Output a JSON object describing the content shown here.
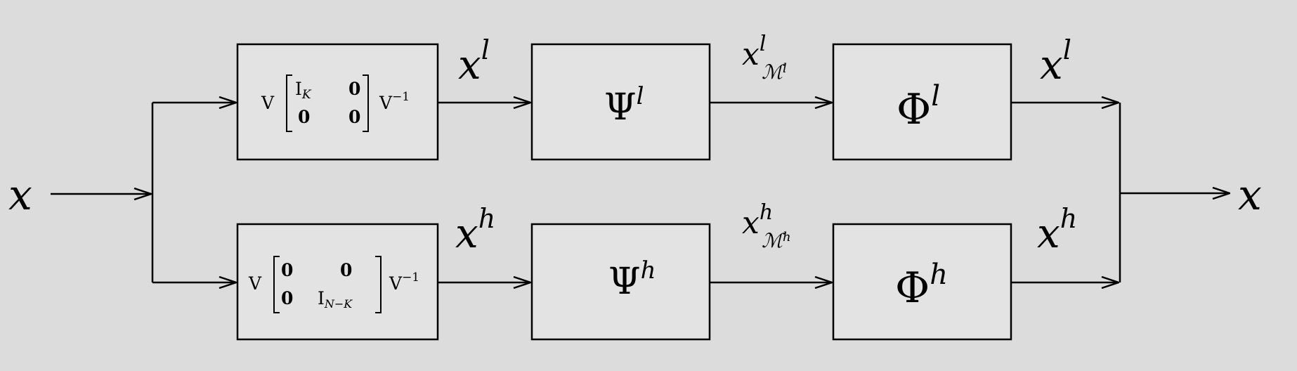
{
  "input": {
    "label": "x"
  },
  "output": {
    "label": "x"
  },
  "low_branch": {
    "filter": {
      "pre": "V",
      "m11": "I",
      "m11_sub": "K",
      "m12": "0",
      "m21": "0",
      "m22": "0",
      "post": "V",
      "post_sup": "−1"
    },
    "signal_in": {
      "base": "x",
      "sup": "l"
    },
    "psi": {
      "base": "Ψ",
      "sup": "l"
    },
    "signal_mid": {
      "base": "x",
      "sup": "l",
      "sub": "ℳ",
      "sub_sup": "l"
    },
    "phi": {
      "base": "Φ",
      "sup": "l"
    },
    "signal_out": {
      "base": "x",
      "sup": "l"
    }
  },
  "high_branch": {
    "filter": {
      "pre": "V",
      "m11": "0",
      "m12": "0",
      "m21": "0",
      "m22": "I",
      "m22_sub": "N−K",
      "post": "V",
      "post_sup": "−1"
    },
    "signal_in": {
      "base": "x",
      "sup": "h"
    },
    "psi": {
      "base": "Ψ",
      "sup": "h"
    },
    "signal_mid": {
      "base": "x",
      "sup": "h",
      "sub": "ℳ",
      "sub_sup": "h"
    },
    "phi": {
      "base": "Φ",
      "sup": "h"
    },
    "signal_out": {
      "base": "x",
      "sup": "h"
    }
  },
  "colors": {
    "background": "#dcdcdc",
    "box_fill": "#e3e3e3",
    "stroke": "#000000"
  }
}
